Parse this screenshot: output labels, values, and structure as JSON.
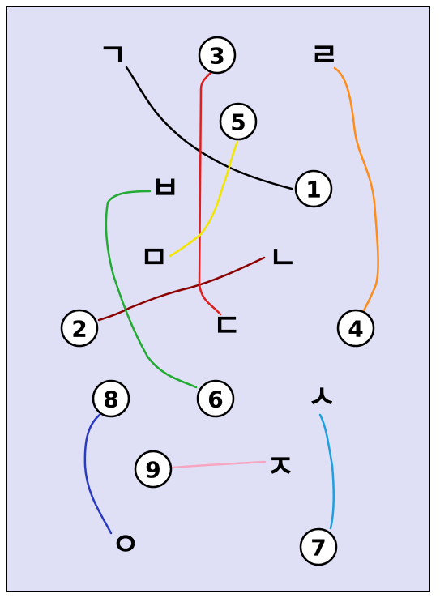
{
  "numbers": [
    {
      "label": "①",
      "value": "1"
    },
    {
      "label": "②",
      "value": "2"
    },
    {
      "label": "③",
      "value": "3"
    },
    {
      "label": "④",
      "value": "4"
    },
    {
      "label": "⑤",
      "value": "5"
    },
    {
      "label": "⑥",
      "value": "6"
    },
    {
      "label": "⑦",
      "value": "7"
    },
    {
      "label": "⑧",
      "value": "8"
    },
    {
      "label": "⑨",
      "value": "9"
    }
  ],
  "jamo": [
    {
      "char": "ㄱ"
    },
    {
      "char": "ㄹ"
    },
    {
      "char": "ㅂ"
    },
    {
      "char": "ㅁ"
    },
    {
      "char": "ㄴ"
    },
    {
      "char": "ㄷ"
    },
    {
      "char": "ㅅ"
    },
    {
      "char": "ㅈ"
    },
    {
      "char": "ㅇ"
    }
  ],
  "connections": [
    {
      "from": "ㄱ",
      "to": "①",
      "color": "#000000"
    },
    {
      "from": "ㄴ",
      "to": "②",
      "color": "#8b0000"
    },
    {
      "from": "③",
      "to": "ㄷ",
      "color": "#e02020"
    },
    {
      "from": "ㄹ",
      "to": "④",
      "color": "#ff8c1a"
    },
    {
      "from": "⑤",
      "to": "ㅁ",
      "color": "#f2e600"
    },
    {
      "from": "ㅂ",
      "to": "⑥",
      "color": "#22aa33"
    },
    {
      "from": "ㅅ",
      "to": "⑦",
      "color": "#1e9fe0"
    },
    {
      "from": "⑧",
      "to": "ㅇ",
      "color": "#2b3bbf"
    },
    {
      "from": "⑨",
      "to": "ㅈ",
      "color": "#f7a6c2"
    }
  ]
}
